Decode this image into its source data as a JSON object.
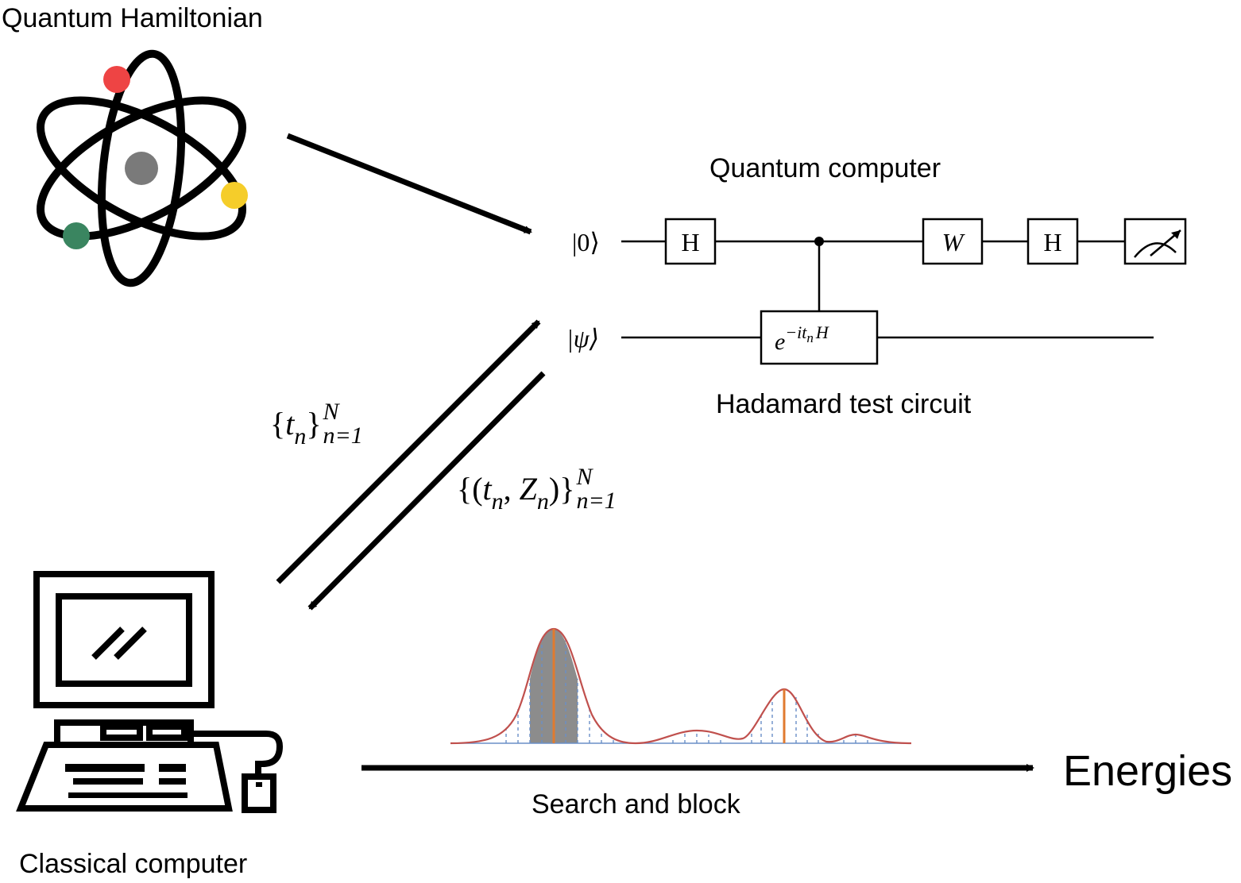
{
  "labels": {
    "hamiltonian": "Quantum Hamiltonian",
    "quantum_computer": "Quantum computer",
    "hadamard_circuit": "Hadamard test circuit",
    "classical_computer": "Classical computer",
    "search_and_block": "Search and block",
    "energies": "Energies"
  },
  "circuit": {
    "kets": [
      "|0⟩",
      "|ψ⟩"
    ],
    "gates": {
      "h1": "H",
      "w": "W",
      "h2": "H",
      "evolution_base": "e",
      "evolution_exp": "−it",
      "evolution_sub": "n",
      "evolution_h": "H"
    }
  },
  "messages": {
    "times": {
      "open": "{",
      "var": "t",
      "sub": "n",
      "close": "}",
      "sup": "N",
      "range": "n=1"
    },
    "results": {
      "open": "{(",
      "var1": "t",
      "sub1": "n",
      "comma": ", ",
      "var2": "Z",
      "sub2": "n",
      "close": ")}",
      "sup": "N",
      "range": "n=1"
    }
  },
  "colors": {
    "red_electron": "#ee4444",
    "yellow_electron": "#f5cd2a",
    "green_electron": "#3a8560",
    "nucleus": "#7a7a7a",
    "spectrum_curve": "#c0504d",
    "peak_marker": "#e07b30",
    "sample_lines": "#6a8fc7",
    "shaded_block": "#8c8c8c"
  }
}
